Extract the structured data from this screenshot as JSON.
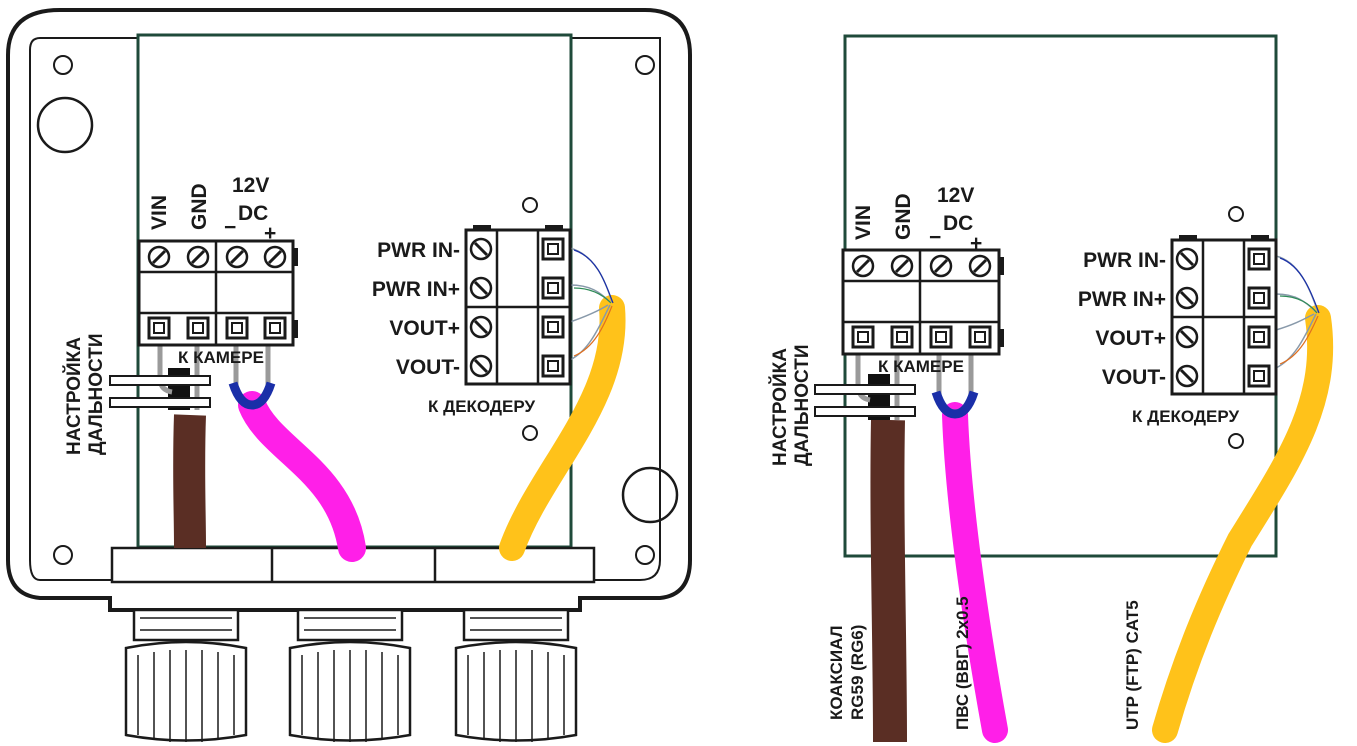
{
  "left": {
    "terminal_top_labels": [
      "VIN",
      "GND",
      "12V",
      "DC"
    ],
    "plus": "+",
    "minus": "−",
    "output_to_camera": "К КАМЕРЕ",
    "range_label_line1": "НАСТРОЙКА",
    "range_label_line2": "ДАЛЬНОСТИ",
    "decoder_pins": [
      "PWR IN-",
      "PWR IN+",
      "VOUT+",
      "VOUT-"
    ],
    "output_to_decoder": "К ДЕКОДЕРУ"
  },
  "right": {
    "terminal_top_labels": [
      "VIN",
      "GND",
      "12V",
      "DC"
    ],
    "plus": "+",
    "minus": "−",
    "output_to_camera": "К КАМЕРЕ",
    "range_label_line1": "НАСТРОЙКА",
    "range_label_line2": "ДАЛЬНОСТИ",
    "decoder_pins": [
      "PWR IN-",
      "PWR IN+",
      "VOUT+",
      "VOUT-"
    ],
    "output_to_decoder": "К ДЕКОДЕРУ",
    "cable_coax_line1": "КОАКСИАЛ",
    "cable_coax_line2": "RG59 (RG6)",
    "cable_power": "ПВС (ВВГ) 2х0.5",
    "cable_utp": "UTP (FTP) CAT5"
  },
  "colors": {
    "outline": "#1a1a1a",
    "board": "#1f4a3a",
    "coax": "#5a2e24",
    "power_cable": "#ff1fe8",
    "utp_cable": "#ffc21a",
    "wire_blue": "#1a2fa8",
    "wire_grey": "#9a9a9a"
  }
}
